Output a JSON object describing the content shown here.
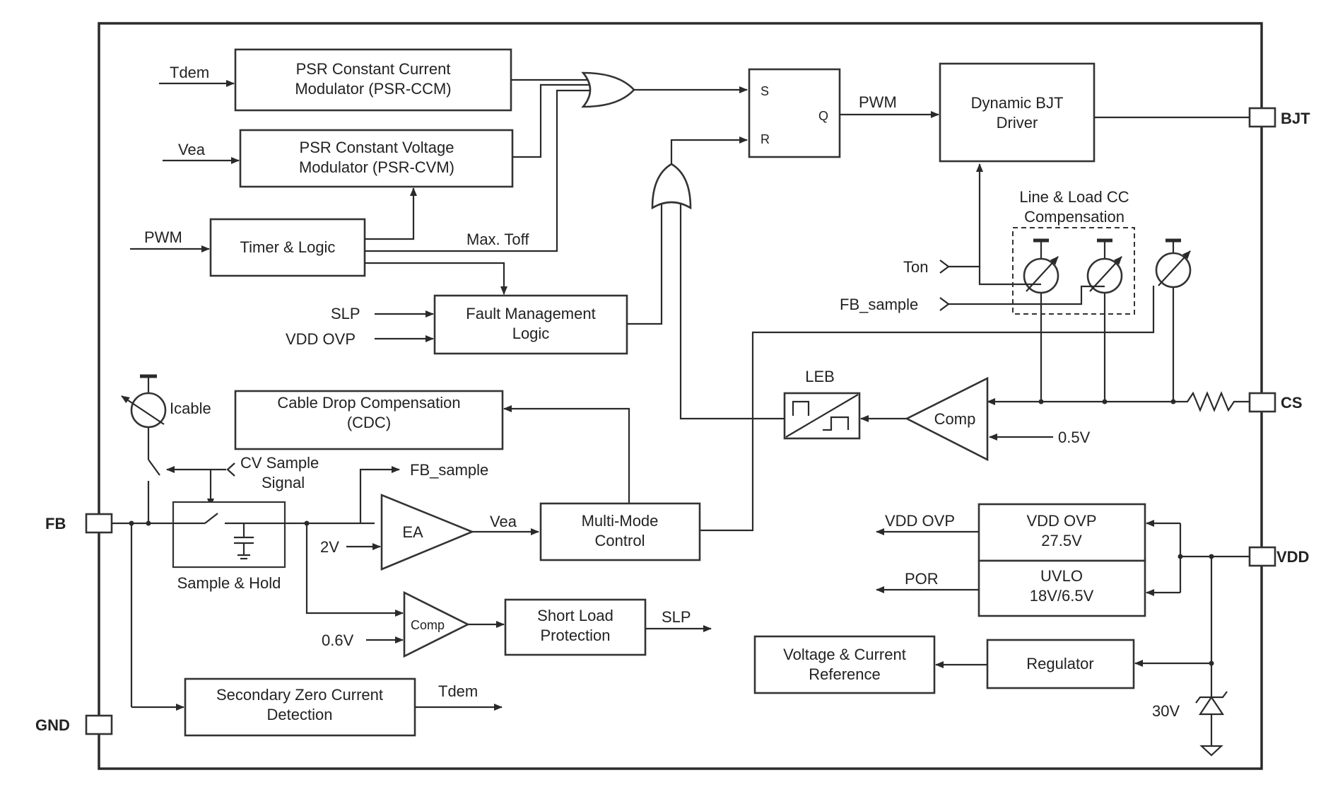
{
  "colors": {
    "line": "#2a2a2a",
    "background": "#ffffff"
  },
  "pins": {
    "bjt": "BJT",
    "cs": "CS",
    "vdd": "VDD",
    "fb": "FB",
    "gnd": "GND"
  },
  "blocks": {
    "psr_ccm": [
      "PSR Constant Current",
      "Modulator (PSR-CCM)"
    ],
    "psr_cvm": [
      "PSR Constant Voltage",
      "Modulator (PSR-CVM)"
    ],
    "timer": "Timer & Logic",
    "fault": [
      "Fault Management",
      "Logic"
    ],
    "flipflop": {
      "s": "S",
      "r": "R",
      "q": "Q"
    },
    "bjt_driver": [
      "Dynamic BJT",
      "Driver"
    ],
    "cdc": [
      "Cable Drop Compensation",
      "(CDC)"
    ],
    "sample_hold": "Sample & Hold",
    "ea": "EA",
    "mmc": [
      "Multi-Mode",
      "Control"
    ],
    "comp_small": "Comp",
    "comp_cs": "Comp",
    "short_load": [
      "Short Load",
      "Protection"
    ],
    "szcd": [
      "Secondary Zero Current",
      "Detection"
    ],
    "vdd_ovp": [
      "VDD OVP",
      "27.5V"
    ],
    "uvlo": [
      "UVLO",
      "18V/6.5V"
    ],
    "vref": [
      "Voltage & Current",
      "Reference"
    ],
    "regulator": "Regulator",
    "leb": "LEB"
  },
  "signals": {
    "tdem_in": "Tdem",
    "vea_in": "Vea",
    "pwm_in": "PWM",
    "max_toff": "Max. Toff",
    "slp_in": "SLP",
    "vdd_ovp_in": "VDD OVP",
    "pwm_out": "PWM",
    "line_load": [
      "Line & Load CC",
      "Compensation"
    ],
    "ton": "Ton",
    "fb_sample_in": "FB_sample",
    "icable": "Icable",
    "cv_sample": [
      "CV Sample",
      "Signal"
    ],
    "fb_sample_out": "FB_sample",
    "vea_out": "Vea",
    "v2": "2V",
    "v05": "0.5V",
    "v06": "0.6V",
    "slp_out": "SLP",
    "tdem_out": "Tdem",
    "vdd_ovp_out": "VDD OVP",
    "por": "POR",
    "zener": "30V"
  }
}
